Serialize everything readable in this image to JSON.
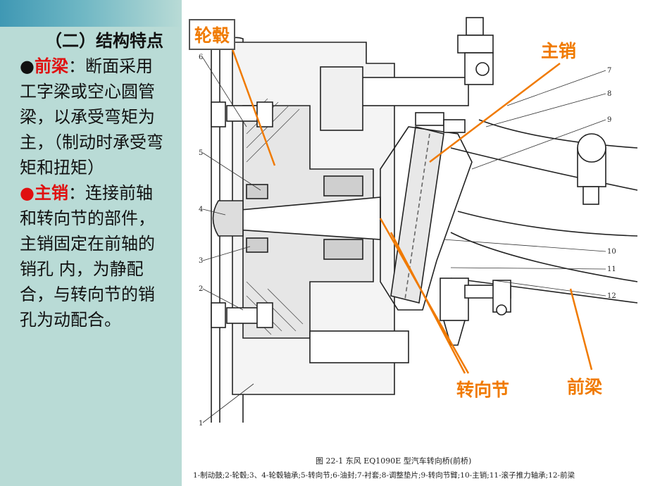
{
  "section_title": "（二）结构特点",
  "front_beam": {
    "bullet": "●",
    "term": "前梁",
    "colon": "：",
    "text": "断面采用工字梁或空心圆管梁，以承受弯矩为主，（制动时承受弯矩和扭矩）"
  },
  "kingpin": {
    "bullet": "●",
    "term": "主销",
    "colon": "：",
    "text": "连接前轴和转向节的部件，主销固定在前轴的销孔 内，为静配合，与转向节的销孔为动配合。"
  },
  "callouts": {
    "hub": "轮毂",
    "kingpin": "主销",
    "knuckle": "转向节",
    "beam": "前梁"
  },
  "part_numbers": [
    "1",
    "2",
    "3",
    "4",
    "5",
    "6",
    "7",
    "8",
    "9",
    "10",
    "11",
    "12"
  ],
  "caption": {
    "title": "图 22-1    东风 EQ1090E 型汽车转向桥(前桥)",
    "legend": "1-制动鼓;2-轮毂;3、4-轮毂轴承;5-转向节;6-油封;7-衬套;8-调整垫片;9-转向节臂;10-主销;11-滚子推力轴承;12-前梁"
  },
  "colors": {
    "accent": "#f07a00",
    "highlight": "#e01010",
    "sidebar": "#b9dbd6"
  }
}
